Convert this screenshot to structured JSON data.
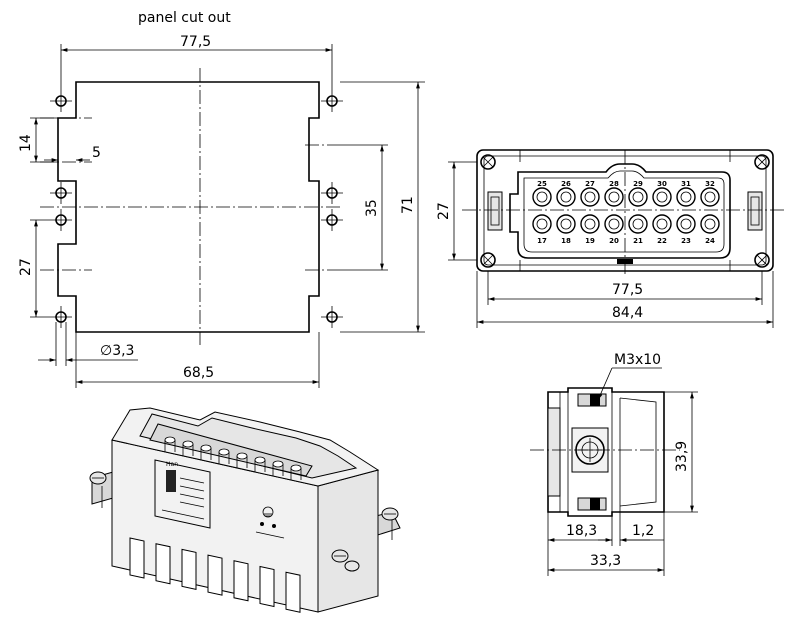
{
  "panel_cutout": {
    "title": "panel cut out",
    "dim_top_width": "77,5",
    "dim_bottom_width": "68,5",
    "dim_height": "71",
    "dim_35": "35",
    "dim_14": "14",
    "dim_5": "5",
    "dim_27": "27",
    "dim_hole": "∅3,3"
  },
  "front_view": {
    "dim_height": "27",
    "dim_width_inner": "77,5",
    "dim_width_outer": "84,4",
    "pins_top": [
      "25",
      "26",
      "27",
      "28",
      "29",
      "30",
      "31",
      "32"
    ],
    "pins_bottom": [
      "17",
      "18",
      "19",
      "20",
      "21",
      "22",
      "23",
      "24"
    ]
  },
  "side_view": {
    "screw_label": "M3x10",
    "dim_height": "33,9",
    "dim_18_3": "18,3",
    "dim_1_2": "1,2",
    "dim_33_3": "33,3"
  },
  "iso_view": {
    "label_text": "Han",
    "icons": [
      "han-logo-icon",
      "ground-symbol-icon"
    ]
  }
}
